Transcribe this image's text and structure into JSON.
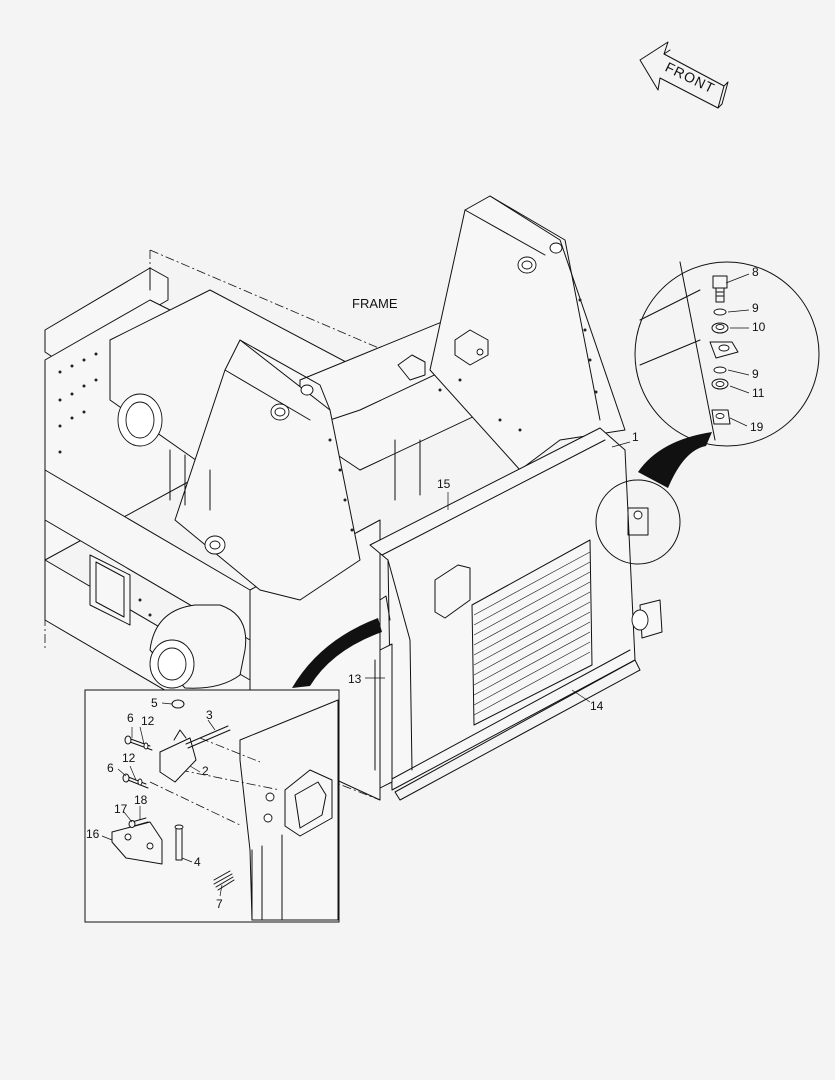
{
  "diagram": {
    "front_label": "FRONT",
    "frame_label": "FRAME",
    "callouts": {
      "c1": "1",
      "c2": "2",
      "c3": "3",
      "c4": "4",
      "c5": "5",
      "c6a": "6",
      "c6b": "6",
      "c7": "7",
      "c8": "8",
      "c9a": "9",
      "c9b": "9",
      "c10": "10",
      "c11": "11",
      "c12a": "12",
      "c12b": "12",
      "c13": "13",
      "c14": "14",
      "c15": "15",
      "c16": "16",
      "c17": "17",
      "c18": "18",
      "c19": "19"
    }
  }
}
